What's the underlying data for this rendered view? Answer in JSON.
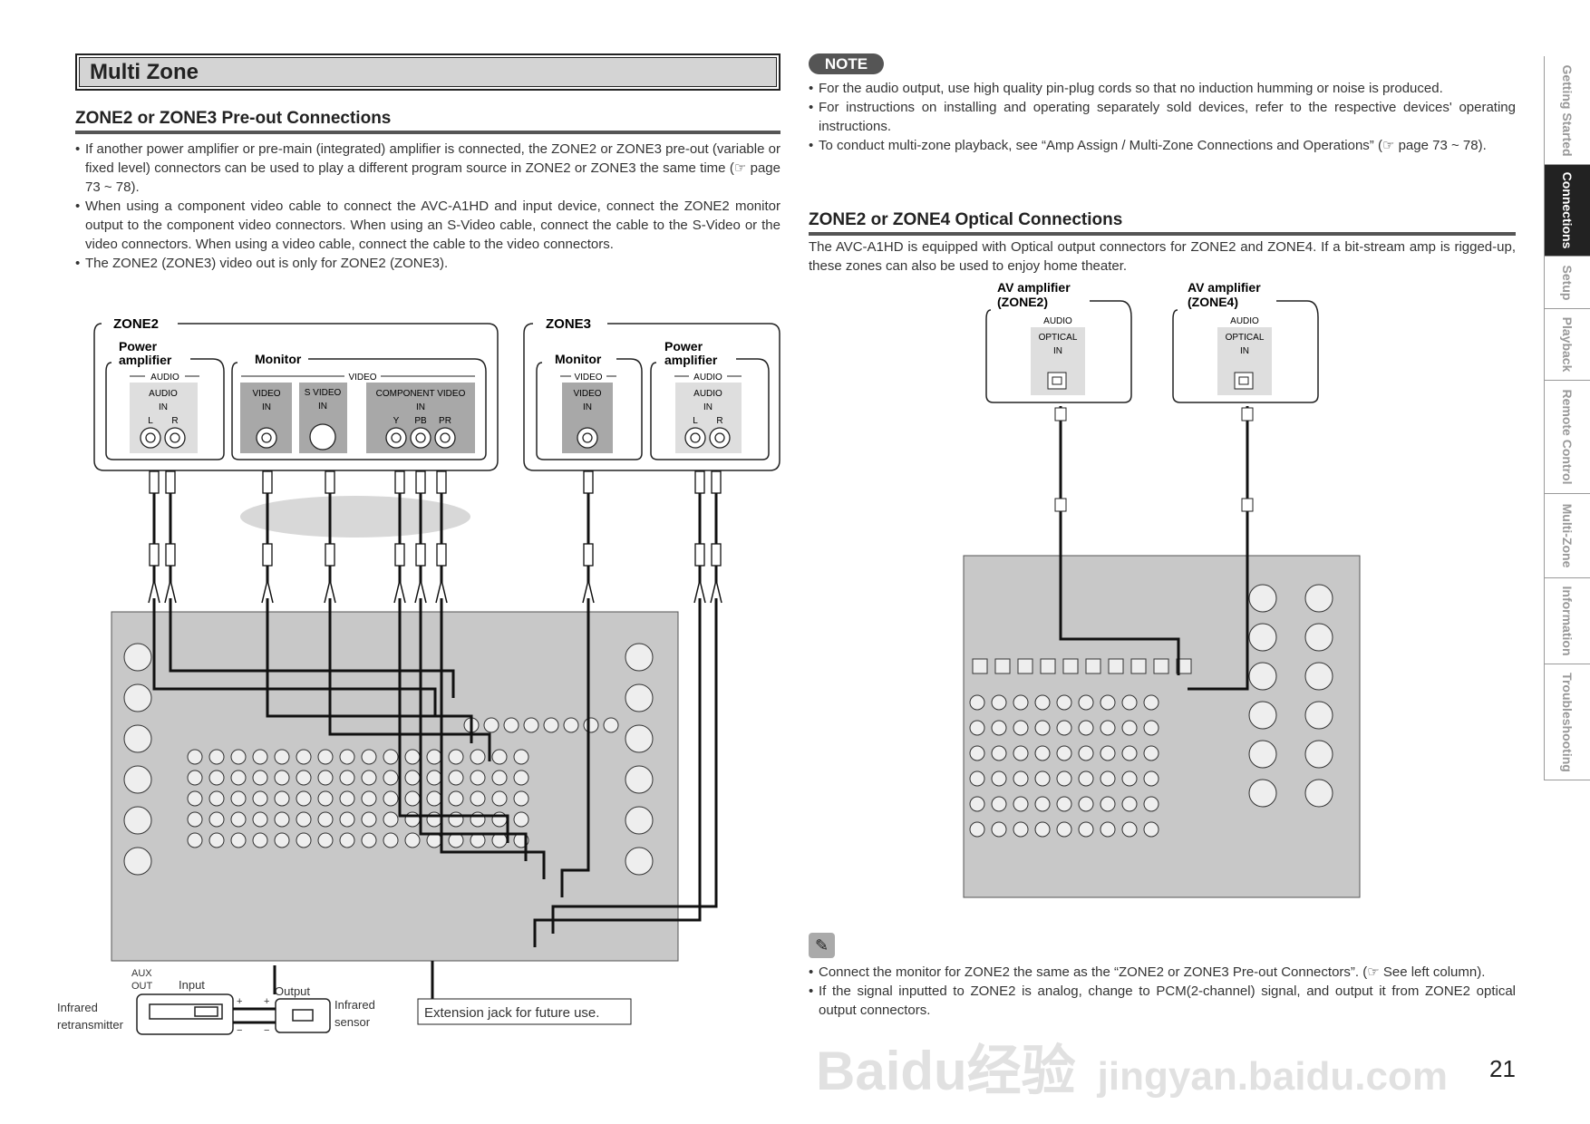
{
  "page_title": "Multi Zone",
  "left": {
    "heading": "ZONE2 or ZONE3 Pre-out Connections",
    "bullets": [
      "If another power amplifier or pre-main (integrated) amplifier is connected, the ZONE2 or ZONE3 pre-out (variable or fixed level) connectors can be used to play a different program source in ZONE2 or ZONE3 the same time (☞ page 73 ~ 78).",
      "When using a component video cable to connect the AVC-A1HD and input device, connect the ZONE2 monitor output to the component video connectors. When using an S-Video cable, connect the cable to the S-Video or the video connectors. When using a video cable, connect the cable to the video connectors.",
      "The ZONE2 (ZONE3) video out is only for ZONE2 (ZONE3)."
    ],
    "diagram": {
      "zone2": "ZONE2",
      "zone3": "ZONE3",
      "power_amp_1": "Power",
      "power_amp_2": "amplifier",
      "monitor": "Monitor",
      "audio": "AUDIO",
      "video": "VIDEO",
      "audio_in_1": "AUDIO",
      "audio_in_2": "IN",
      "l": "L",
      "r": "R",
      "video_in_1": "VIDEO",
      "video_in_2": "IN",
      "svideo_in_1": "S VIDEO",
      "svideo_in_2": "IN",
      "comp_in_1": "COMPONENT VIDEO",
      "comp_in_2": "IN",
      "y": "Y",
      "pb": "PB",
      "pr": "PR",
      "aux_out_1": "AUX",
      "aux_out_2": "OUT",
      "input": "Input",
      "output": "Output",
      "ir_retrans_1": "Infrared",
      "ir_retrans_2": "retransmitter",
      "ir_sensor_1": "Infrared",
      "ir_sensor_2": "sensor",
      "plus": "+",
      "minus": "−",
      "extension": "Extension jack for future use."
    }
  },
  "right": {
    "note_label": "NOTE",
    "notes": [
      "For the audio output, use high quality pin-plug cords so that no induction humming or noise is produced.",
      "For instructions on installing and operating separately sold devices, refer to the respective devices' operating instructions.",
      "To conduct multi-zone playback, see “Amp Assign / Multi-Zone Connections and Operations” (☞ page 73 ~ 78)."
    ],
    "heading": "ZONE2 or ZONE4 Optical Connections",
    "intro": "The AVC-A1HD is equipped with Optical output connectors for ZONE2 and ZONE4. If a bit-stream amp is rigged-up, these zones can also be used to enjoy home theater.",
    "diagram": {
      "amp_a_1": "AV amplifier",
      "amp_a_2": "(ZONE2)",
      "amp_b_1": "AV amplifier",
      "amp_b_2": "(ZONE4)",
      "audio": "AUDIO",
      "optical": "OPTICAL",
      "in": "IN"
    },
    "tips": [
      "Connect the monitor for ZONE2 the same as the “ZONE2 or ZONE3 Pre-out Connectors”. (☞ See left column).",
      "If the signal inputted to ZONE2 is analog, change to PCM(2-channel) signal, and output it from ZONE2 optical output connectors."
    ]
  },
  "tabs": [
    {
      "label": "Getting Started",
      "active": false
    },
    {
      "label": "Connections",
      "active": true
    },
    {
      "label": "Setup",
      "active": false
    },
    {
      "label": "Playback",
      "active": false
    },
    {
      "label": "Remote Control",
      "active": false
    },
    {
      "label": "Multi-Zone",
      "active": false
    },
    {
      "label": "Information",
      "active": false
    },
    {
      "label": "Troubleshooting",
      "active": false
    }
  ],
  "page_number": "21",
  "watermark": {
    "line1": "Baidu经验",
    "line2": "jingyan.baidu.com"
  },
  "icons": {
    "note_tip": "pencil-icon",
    "page_ref": "pointing-hand-icon"
  },
  "colors": {
    "active_tab": "#222222",
    "title_bg": "#d4d4d4",
    "panel_gray": "#c8c8c8"
  }
}
